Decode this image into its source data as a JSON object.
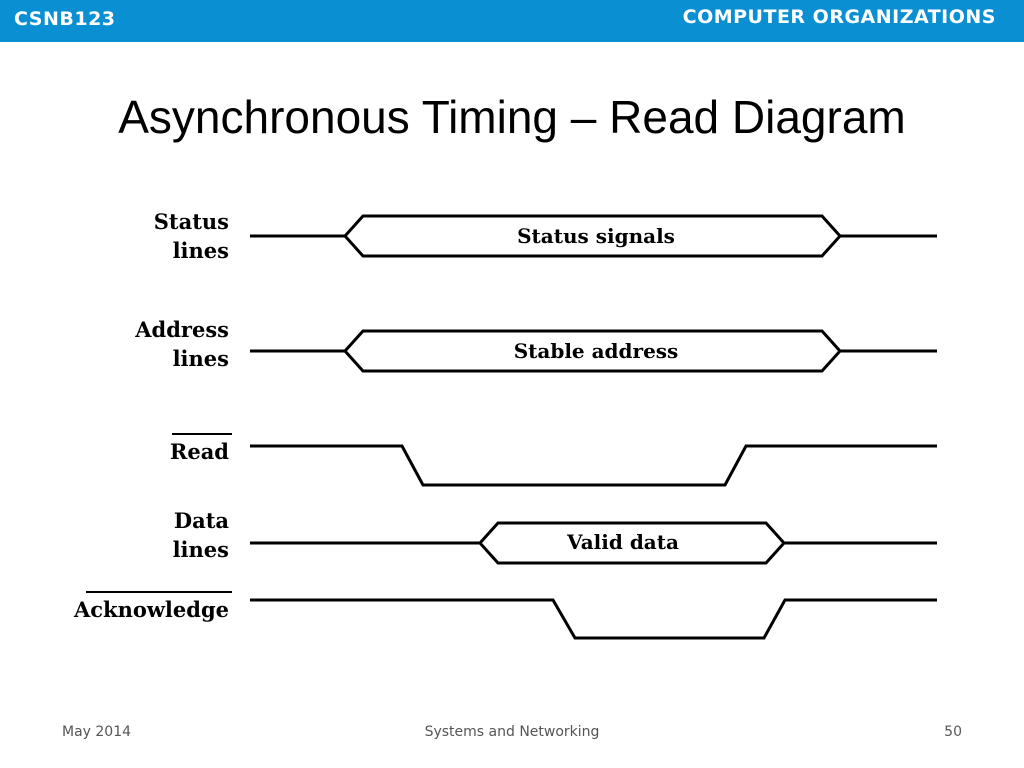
{
  "header": {
    "course_code": "CSNB123",
    "course_title": "COMPUTER ORGANIZATIONS",
    "bar_color": "#0b8fd3"
  },
  "slide": {
    "title": "Asynchronous Timing – Read Diagram"
  },
  "diagram": {
    "signals": {
      "status": {
        "label_line1": "Status",
        "label_line2": "lines",
        "bus_text": "Status signals"
      },
      "address": {
        "label_line1": "Address",
        "label_line2": "lines",
        "bus_text": "Stable address"
      },
      "read": {
        "label": "Read",
        "active_low": true
      },
      "data": {
        "label_line1": "Data",
        "label_line2": "lines",
        "bus_text": "Valid data"
      },
      "acknowledge": {
        "label": "Acknowledge",
        "active_low": true
      }
    }
  },
  "footer": {
    "date": "May 2014",
    "center": "Systems and Networking",
    "page": "50"
  }
}
